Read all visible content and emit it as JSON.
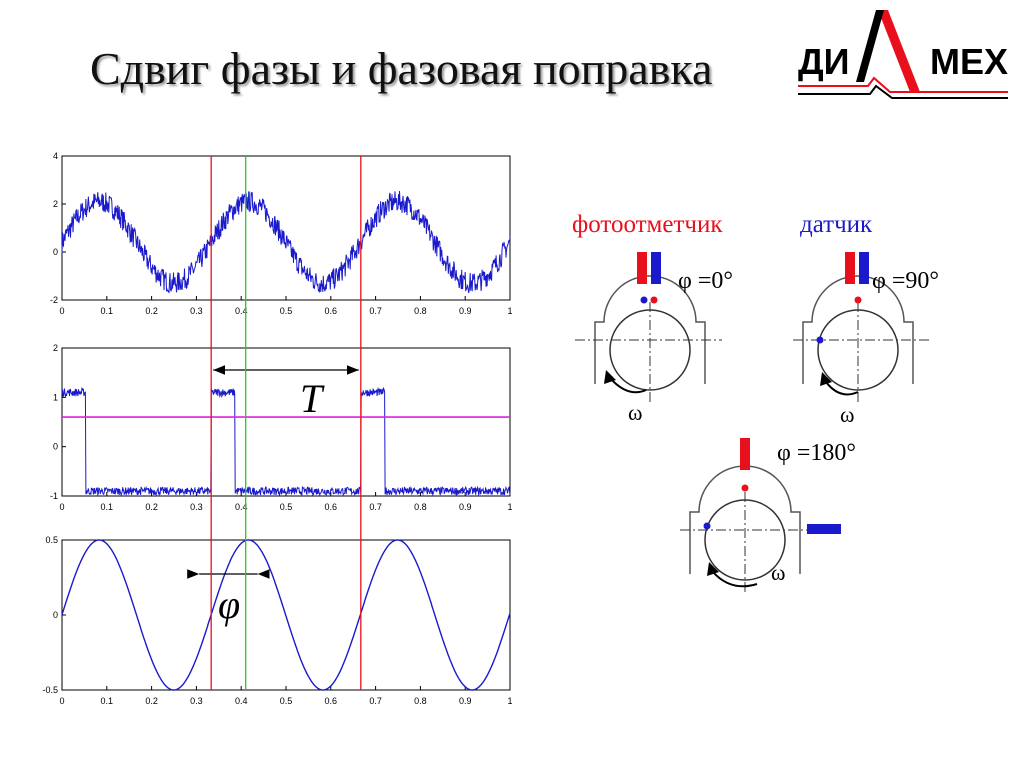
{
  "slide": {
    "title": "Сдвиг фазы и фазовая поправка"
  },
  "logo": {
    "left_text": "ДИ",
    "right_text": "МЕХ",
    "colors": {
      "text": "#000000",
      "accent": "#e8101c"
    }
  },
  "labels": {
    "photo_marker": "фотоотметчик",
    "sensor": "датчик",
    "period": "T",
    "phase": "φ",
    "omega": "ω",
    "phi_case1": "φ =0°",
    "phi_case2": "φ =90°",
    "phi_case3": "φ =180°"
  },
  "colors": {
    "signal": "#1a1acc",
    "marker_red": "#e8101c",
    "marker_green": "#22cc22",
    "threshold": "#e020e0",
    "sensor_blue": "#1a1acc"
  },
  "chart_data": [
    {
      "type": "line",
      "name_id": "noisy-vibration",
      "x_ticks": [
        "0",
        "0.1",
        "0.2",
        "0.3",
        "0.4",
        "0.5",
        "0.6",
        "0.7",
        "0.8",
        "0.9",
        "1"
      ],
      "y_ticks": [
        "4",
        "2",
        "0",
        "-2"
      ],
      "xlim": [
        0,
        1
      ],
      "ylim": [
        -2,
        4
      ],
      "signal": {
        "amplitude": 1.7,
        "offset": 0.4,
        "period": 0.333,
        "phase_peak_x": 0.083,
        "noise": 0.45
      },
      "markers": {
        "red": [
          0.333,
          0.667
        ],
        "green": [
          0.41
        ]
      }
    },
    {
      "type": "line",
      "name_id": "tacho-pulses",
      "x_ticks": [
        "0",
        "0.1",
        "0.2",
        "0.3",
        "0.4",
        "0.5",
        "0.6",
        "0.7",
        "0.8",
        "0.9",
        "1"
      ],
      "y_ticks": [
        "2",
        "1",
        "0",
        "-1"
      ],
      "xlim": [
        0,
        1
      ],
      "ylim": [
        -1,
        2
      ],
      "pulses": [
        [
          0,
          0.053
        ],
        [
          0.333,
          0.386
        ],
        [
          0.667,
          0.72
        ]
      ],
      "high": 1.1,
      "low": -0.9,
      "noise": 0.08,
      "threshold": 0.6,
      "markers": {
        "red": [
          0.333,
          0.667
        ],
        "green": [
          0.41
        ]
      },
      "period_arrow": [
        0.333,
        0.667
      ]
    },
    {
      "type": "line",
      "name_id": "filtered-sine",
      "x_ticks": [
        "0",
        "0.1",
        "0.2",
        "0.3",
        "0.4",
        "0.5",
        "0.6",
        "0.7",
        "0.8",
        "0.9",
        "1"
      ],
      "y_ticks": [
        "0.5",
        "0",
        "-0.5"
      ],
      "xlim": [
        0,
        1
      ],
      "ylim": [
        -0.5,
        0.5
      ],
      "signal": {
        "amplitude": 0.5,
        "period": 0.333,
        "phase_peak_x": 0.083
      },
      "markers": {
        "red": [
          0.333,
          0.667
        ],
        "green": [
          0.41
        ]
      },
      "phase_arrow": [
        0.333,
        0.41
      ]
    }
  ]
}
